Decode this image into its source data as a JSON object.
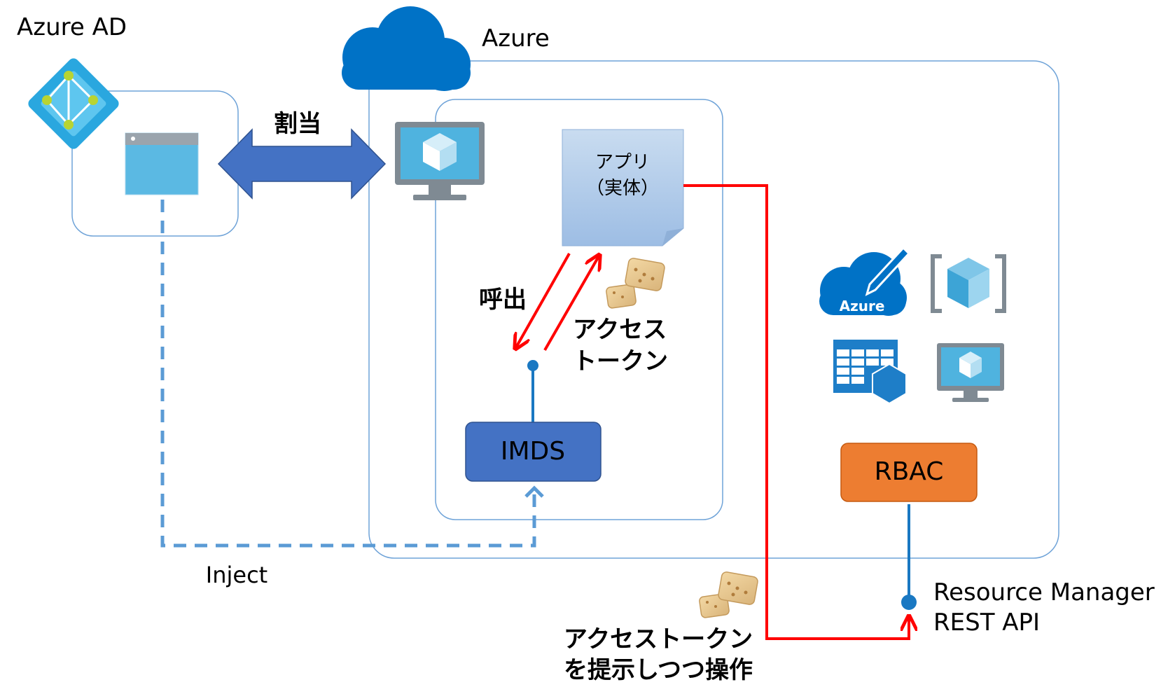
{
  "labels": {
    "azure_ad": "Azure AD",
    "azure": "Azure",
    "assign": "割当",
    "app_line1": "アプリ",
    "app_line2": "（実体）",
    "call": "呼出",
    "token_line1": "アクセス",
    "token_line2": "トークン",
    "imds": "IMDS",
    "inject": "Inject",
    "rbac": "RBAC",
    "rm_line1": "Resource Manager",
    "rm_line2": "REST API",
    "present_line1": "アクセストークン",
    "present_line2": "を提示しつつ操作",
    "azure_cloud_icon_text": "Azure"
  },
  "colors": {
    "container_border": "#6fa3d8",
    "azure_blue": "#0072c6",
    "arrow_blue": "#4472c4",
    "request_red": "#ff0000",
    "imds_fill": "#4472c4",
    "rbac_fill": "#ed7d31",
    "dashed_blue": "#5b9bd5",
    "connector_blue": "#1a78c2"
  },
  "icons": [
    "azure-ad-icon",
    "app-registration-window-icon",
    "azure-cloud-icon",
    "virtual-machine-icon",
    "document-icon",
    "cookie-token-icon",
    "azure-cloud-edit-icon",
    "resource-group-icon",
    "sql-table-icon",
    "vm-monitor-icon"
  ]
}
